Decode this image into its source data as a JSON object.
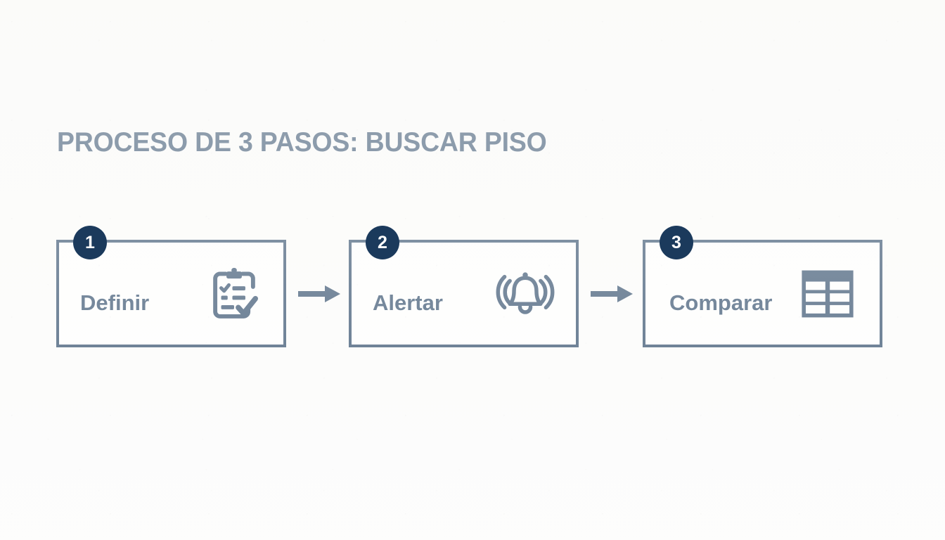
{
  "slide": {
    "title": "PROCESO DE 3 PASOS: BUSCAR PISO",
    "background_color": "#fcfcfb",
    "accent_color": "#1b3a5c",
    "text_color": "#1b3a5c",
    "badge_text_color": "#ffffff"
  },
  "steps": [
    {
      "number": "1",
      "label": "Definir",
      "icon": "clipboard-checklist-icon"
    },
    {
      "number": "2",
      "label": "Alertar",
      "icon": "ringing-bell-icon"
    },
    {
      "number": "3",
      "label": "Comparar",
      "icon": "table-grid-icon"
    }
  ],
  "connectors": [
    {
      "icon": "arrow-right-icon"
    },
    {
      "icon": "arrow-right-icon"
    }
  ]
}
